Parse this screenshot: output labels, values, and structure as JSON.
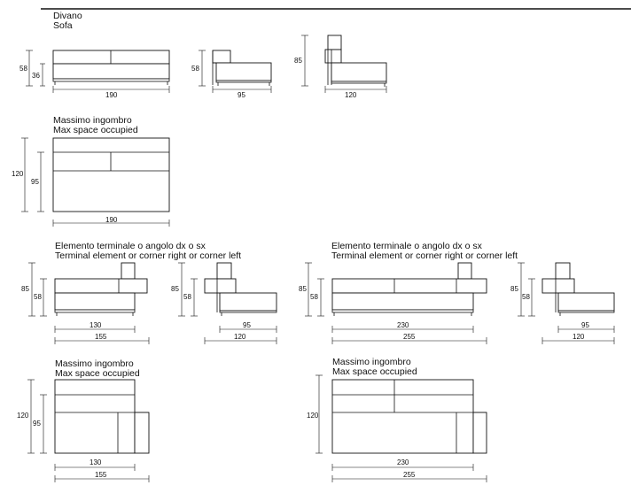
{
  "captions": {
    "sofa": {
      "line1": "Divano",
      "line2": "Sofa"
    },
    "max1": {
      "line1": "Massimo ingombro",
      "line2": "Max space occupied"
    },
    "terminal_a": {
      "line1": "Elemento terminale o angolo dx o sx",
      "line2": "Terminal element or corner right or corner left"
    },
    "terminal_b": {
      "line1": "Elemento terminale o angolo dx o sx",
      "line2": "Terminal element or corner right or corner left"
    },
    "max2": {
      "line1": "Massimo ingombro",
      "line2": "Max space occupied"
    },
    "max3": {
      "line1": "Massimo ingombro",
      "line2": "Max space occupied"
    }
  },
  "dimensions": {
    "sofa_front_height": "58",
    "sofa_front_seat": "36",
    "sofa_front_width": "190",
    "sofa_side_height": "58",
    "sofa_side_depth": "95",
    "sofa_back_height": "85",
    "sofa_back_depth": "120",
    "max1_total_depth": "120",
    "max1_seat_depth": "95",
    "max1_width": "190",
    "term1_front_height": "85",
    "term1_front_seat": "58",
    "term1_inner_width": "130",
    "term1_total_width": "155",
    "term1_side_height": "85",
    "term1_side_seat": "58",
    "term1_side_depth": "95",
    "term1_side_total": "120",
    "term2_front_height": "85",
    "term2_front_seat": "58",
    "term2_inner_width": "230",
    "term2_total_width": "255",
    "term2_side_height": "85",
    "term2_side_seat": "58",
    "term2_side_depth": "95",
    "term2_side_total": "120",
    "max2_total_depth": "120",
    "max2_seat_depth": "95",
    "max2_inner_width": "130",
    "max2_total_width": "155",
    "max3_total_depth": "120",
    "max3_inner_width": "230",
    "max3_total_width": "255"
  }
}
